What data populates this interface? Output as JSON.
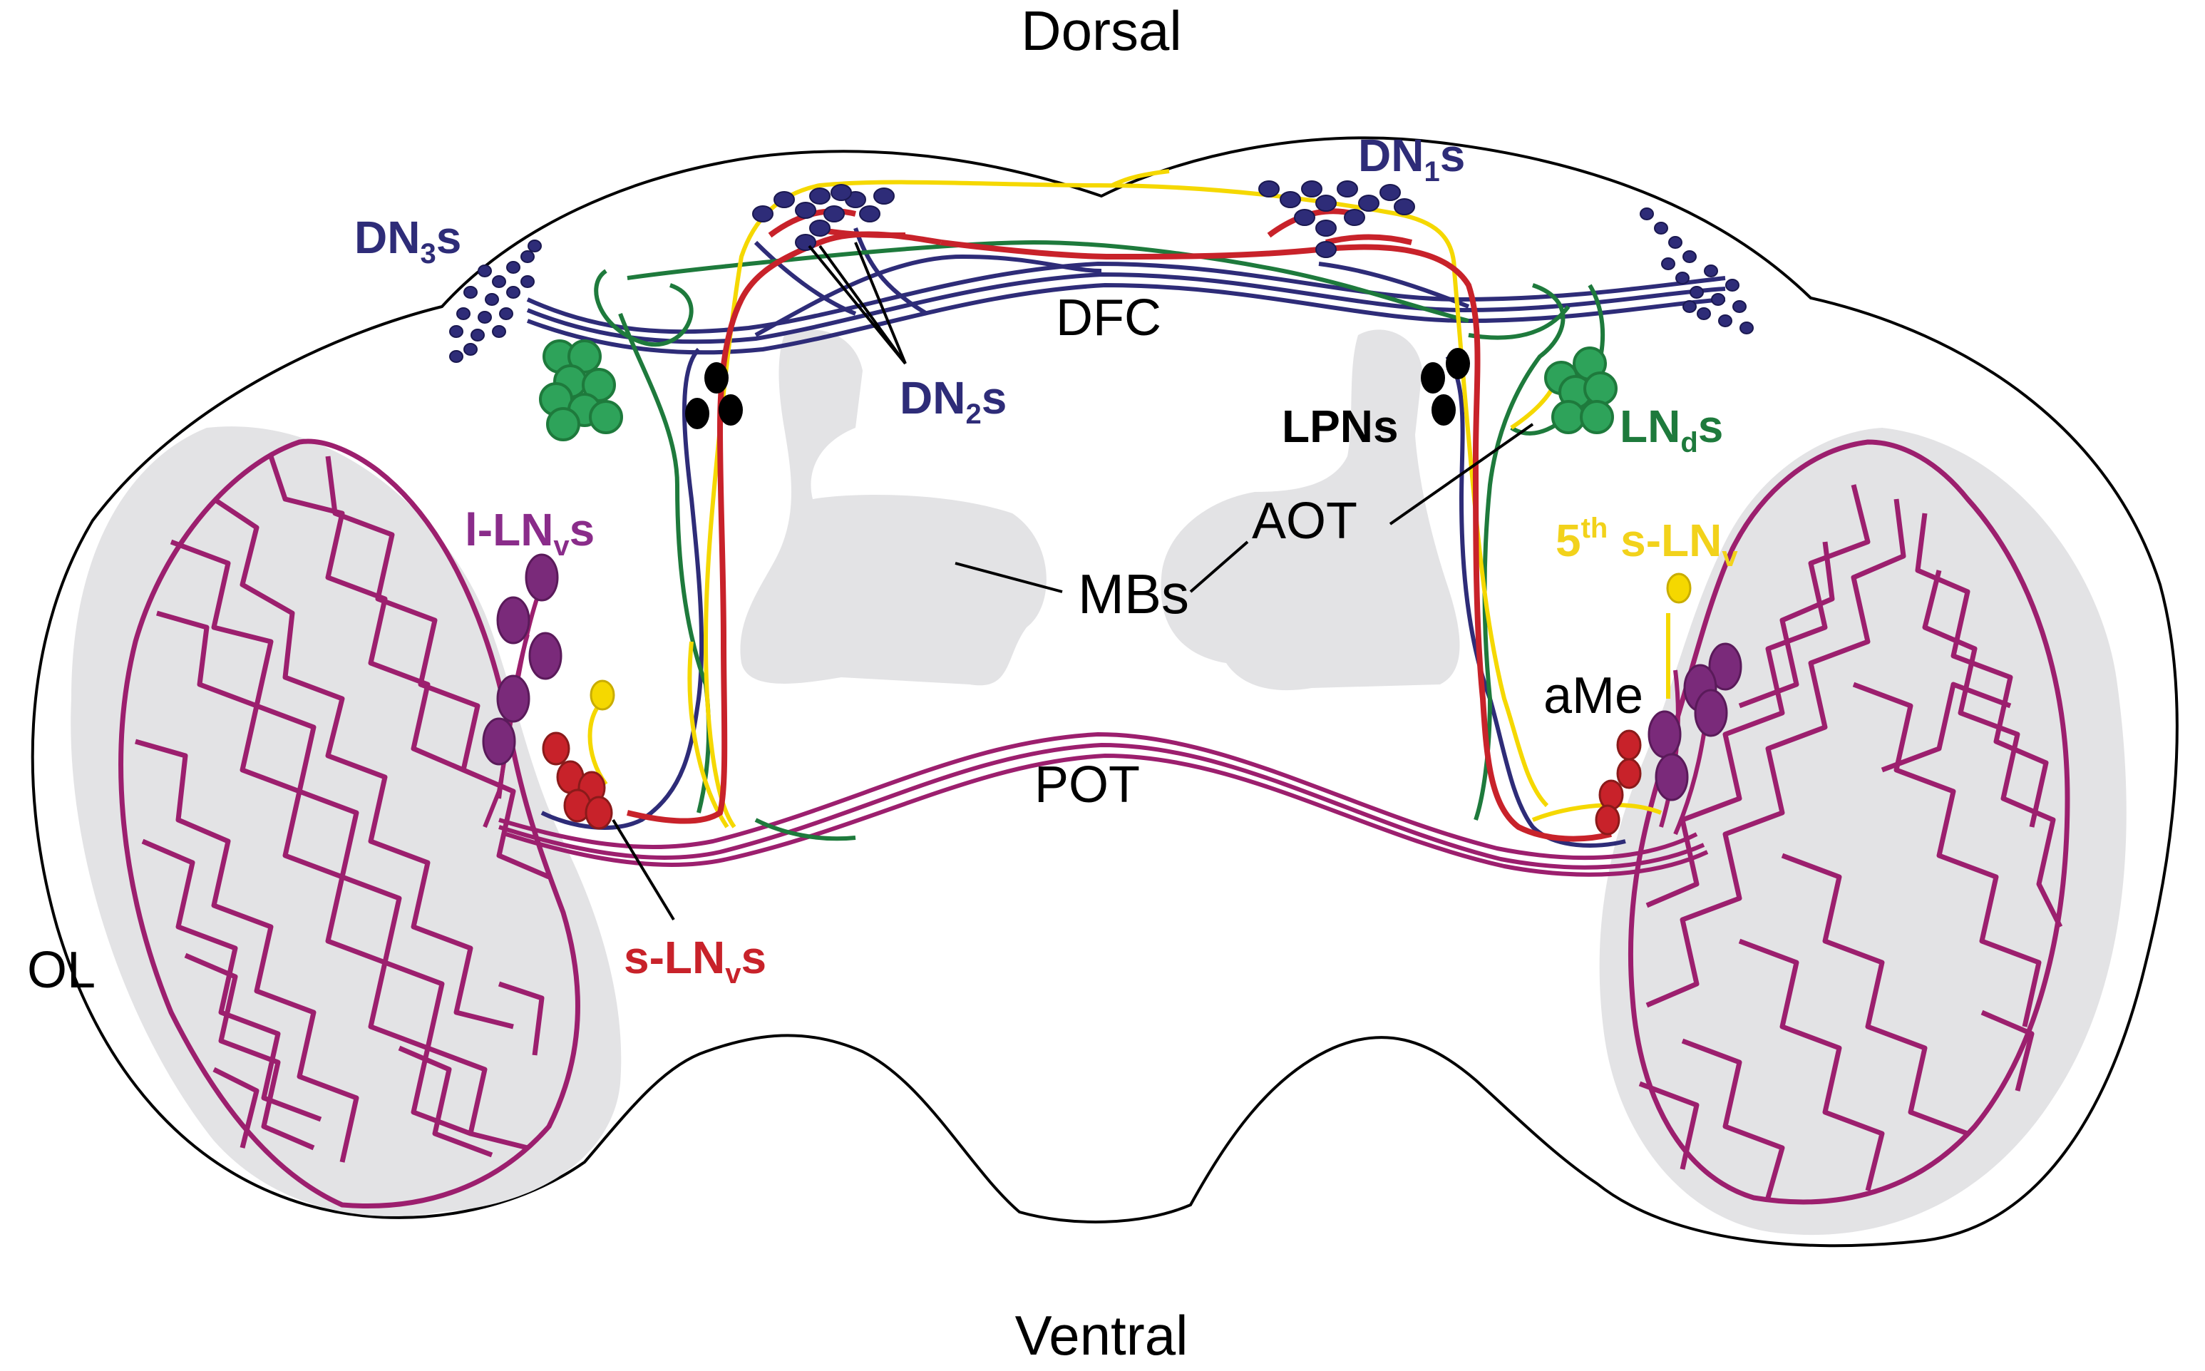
{
  "orientation": {
    "top": "Dorsal",
    "bottom": "Ventral"
  },
  "structures": {
    "dfc": "DFC",
    "mbs": "MBs",
    "aot": "AOT",
    "pot": "POT",
    "ol": "OL",
    "ame": "aMe"
  },
  "neuron_groups": {
    "dn1": {
      "base": "DN",
      "sub": "1",
      "suffix": "s",
      "color": "#2e2c78"
    },
    "dn2": {
      "base": "DN",
      "sub": "2",
      "suffix": "s",
      "color": "#2e2c78"
    },
    "dn3": {
      "base": "DN",
      "sub": "3",
      "suffix": "s",
      "color": "#2e2c78"
    },
    "lpn": {
      "label": "LPNs",
      "color": "#000000"
    },
    "lnd": {
      "base": "LN",
      "sub": "d",
      "suffix": "s",
      "color": "#1e7a3c"
    },
    "l_lnv": {
      "base": "l-LN",
      "sub": "v",
      "suffix": "s",
      "color": "#8a2c8a"
    },
    "s_lnv": {
      "base": "s-LN",
      "sub": "v",
      "suffix": "s",
      "color": "#c8222a"
    },
    "fifth_s_lnv": {
      "pre": "5",
      "sup": "th",
      "base": " s-LN",
      "sub": "v",
      "color": "#f2d21b"
    }
  },
  "colors": {
    "brain_outline": "#000000",
    "neuropil_gray": "#e3e3e5",
    "pdf_projection_magenta": "#9c1f6e",
    "dn_blue": "#2e2c78",
    "lnd_green": "#1e7a3c",
    "fifth_yellow": "#f5d800",
    "slnv_red": "#c8222a"
  }
}
